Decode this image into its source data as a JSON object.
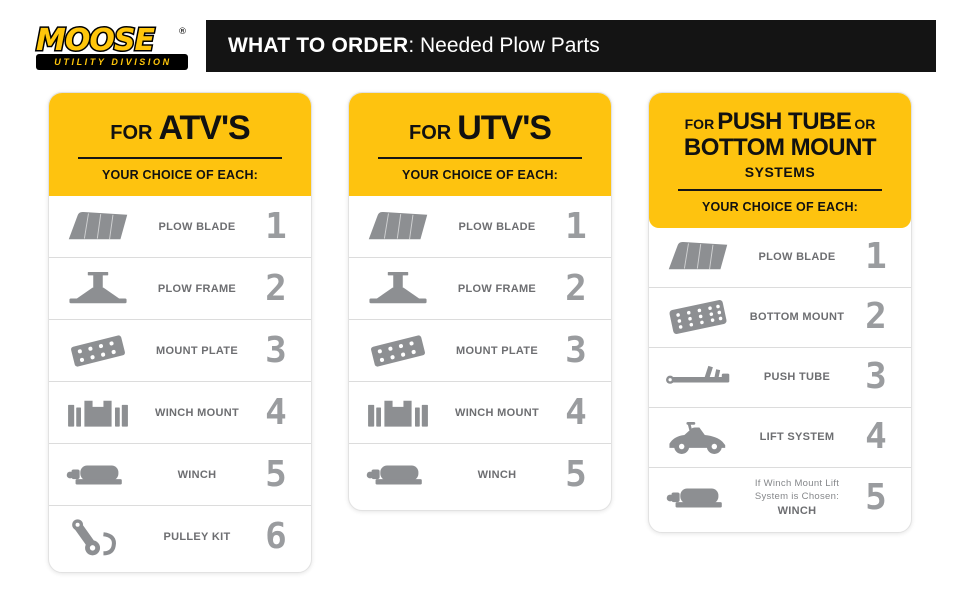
{
  "colors": {
    "yellow": "#FEC30F",
    "bar_black": "#141414",
    "icon_gray": "#8d8f92",
    "number_gray": "#9a9c9f",
    "label_gray": "#6d6e71"
  },
  "header": {
    "logo_main": "MOOSE",
    "logo_registered": "®",
    "logo_sub": "UTILITY DIVISION",
    "title_bold": "WHAT TO ORDER",
    "title_rest": ": Needed Plow Parts"
  },
  "cards": [
    {
      "title_prefix": "FOR",
      "title_main": "ATV'S",
      "subtitle": "YOUR CHOICE OF EACH:",
      "rows": [
        {
          "label": "PLOW BLADE",
          "number": "1"
        },
        {
          "label": "PLOW FRAME",
          "number": "2"
        },
        {
          "label": "MOUNT PLATE",
          "number": "3"
        },
        {
          "label": "WINCH MOUNT",
          "number": "4"
        },
        {
          "label": "WINCH",
          "number": "5"
        },
        {
          "label": "PULLEY KIT",
          "number": "6"
        }
      ]
    },
    {
      "title_prefix": "FOR",
      "title_main": "UTV'S",
      "subtitle": "YOUR CHOICE OF EACH:",
      "rows": [
        {
          "label": "PLOW BLADE",
          "number": "1"
        },
        {
          "label": "PLOW FRAME",
          "number": "2"
        },
        {
          "label": "MOUNT PLATE",
          "number": "3"
        },
        {
          "label": "WINCH MOUNT",
          "number": "4"
        },
        {
          "label": "WINCH",
          "number": "5"
        }
      ]
    },
    {
      "title_prefix": "FOR",
      "title_main1": "PUSH TUBE",
      "title_or": "OR",
      "title_main2": "BOTTOM MOUNT",
      "title_sub": "SYSTEMS",
      "subtitle": "YOUR CHOICE OF EACH:",
      "rows": [
        {
          "label": "PLOW BLADE",
          "number": "1"
        },
        {
          "label": "BOTTOM MOUNT",
          "number": "2"
        },
        {
          "label": "PUSH TUBE",
          "number": "3"
        },
        {
          "label": "LIFT SYSTEM",
          "number": "4"
        },
        {
          "note": "If Winch Mount Lift System is Chosen:",
          "label": "WINCH",
          "number": "5"
        }
      ]
    }
  ]
}
